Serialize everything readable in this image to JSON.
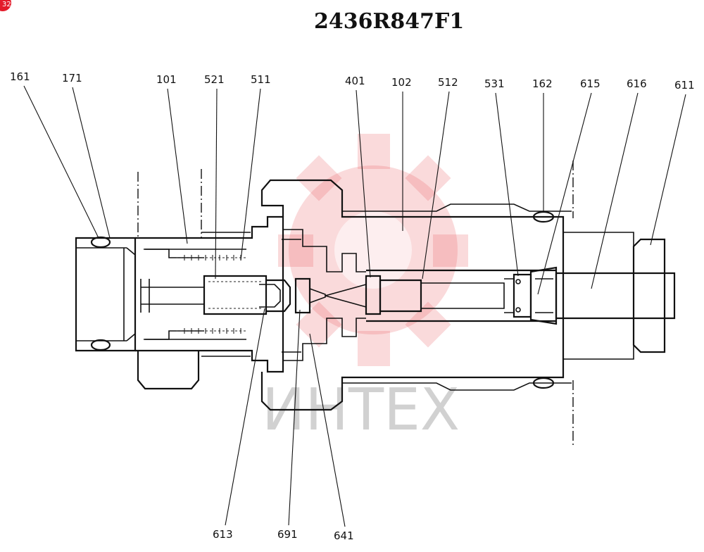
{
  "title": "2436R847F1",
  "watermark": {
    "text": "ИНТЕХ",
    "color": "#e8555a"
  },
  "badge": {
    "text": "32",
    "color": "#e31b2a"
  },
  "parts": [
    {
      "id": "161"
    },
    {
      "id": "171"
    },
    {
      "id": "101"
    },
    {
      "id": "521"
    },
    {
      "id": "511"
    },
    {
      "id": "401"
    },
    {
      "id": "102"
    },
    {
      "id": "512"
    },
    {
      "id": "531"
    },
    {
      "id": "162"
    },
    {
      "id": "615"
    },
    {
      "id": "616"
    },
    {
      "id": "611"
    },
    {
      "id": "613"
    },
    {
      "id": "691"
    },
    {
      "id": "641"
    }
  ]
}
